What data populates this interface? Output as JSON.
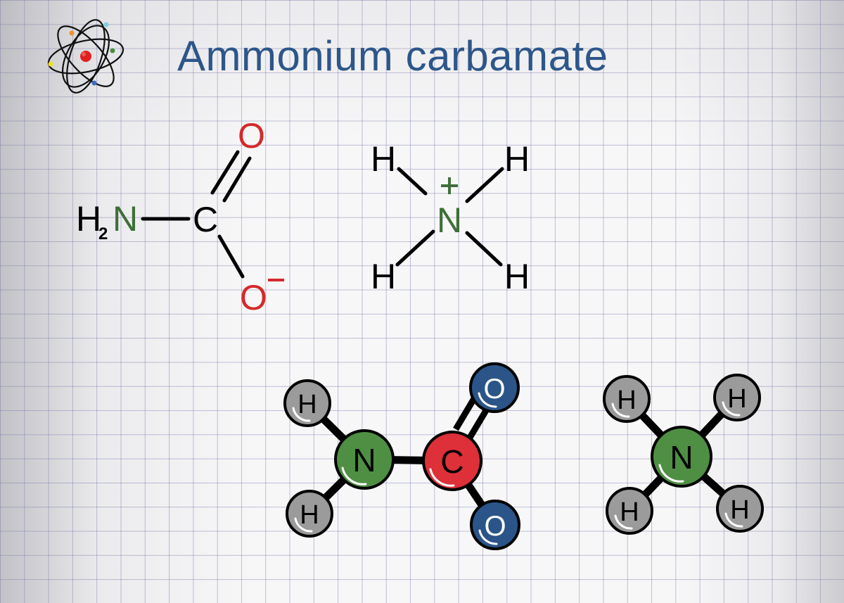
{
  "title": "Ammonium carbamate",
  "icon": {
    "name": "atom-icon",
    "nucleus_color": "#e02020",
    "electron_colors": [
      "#f0932b",
      "#7fcfe0",
      "#4a8f3a",
      "#f0e020",
      "#3a6fc0"
    ]
  },
  "colors": {
    "title": "#2d5689",
    "nitrogen_text": "#3f6f3a",
    "oxygen_text": "#d42a2a",
    "bond": "#000000",
    "atom_H": "#9b9b9b",
    "atom_N": "#4f8f44",
    "atom_C": "#dd3038",
    "atom_O": "#2b5589",
    "grid": "#a6a6c8"
  },
  "skeletal": {
    "carbamate": {
      "amine_H": "H",
      "amine_sub": "2",
      "amine_N": "N",
      "carbon": "C",
      "oxygen_double": "O",
      "oxygen_single": "O",
      "charge": "−"
    },
    "ammonium": {
      "nitrogen": "N",
      "charge": "+",
      "hydrogens": [
        "H",
        "H",
        "H",
        "H"
      ]
    }
  },
  "ball_and_stick": {
    "carbamate": {
      "atoms": [
        {
          "label": "H",
          "element": "H"
        },
        {
          "label": "H",
          "element": "H"
        },
        {
          "label": "N",
          "element": "N"
        },
        {
          "label": "C",
          "element": "C"
        },
        {
          "label": "O",
          "element": "O"
        },
        {
          "label": "O",
          "element": "O"
        }
      ]
    },
    "ammonium": {
      "atoms": [
        {
          "label": "N",
          "element": "N"
        },
        {
          "label": "H",
          "element": "H"
        },
        {
          "label": "H",
          "element": "H"
        },
        {
          "label": "H",
          "element": "H"
        },
        {
          "label": "H",
          "element": "H"
        }
      ]
    }
  }
}
